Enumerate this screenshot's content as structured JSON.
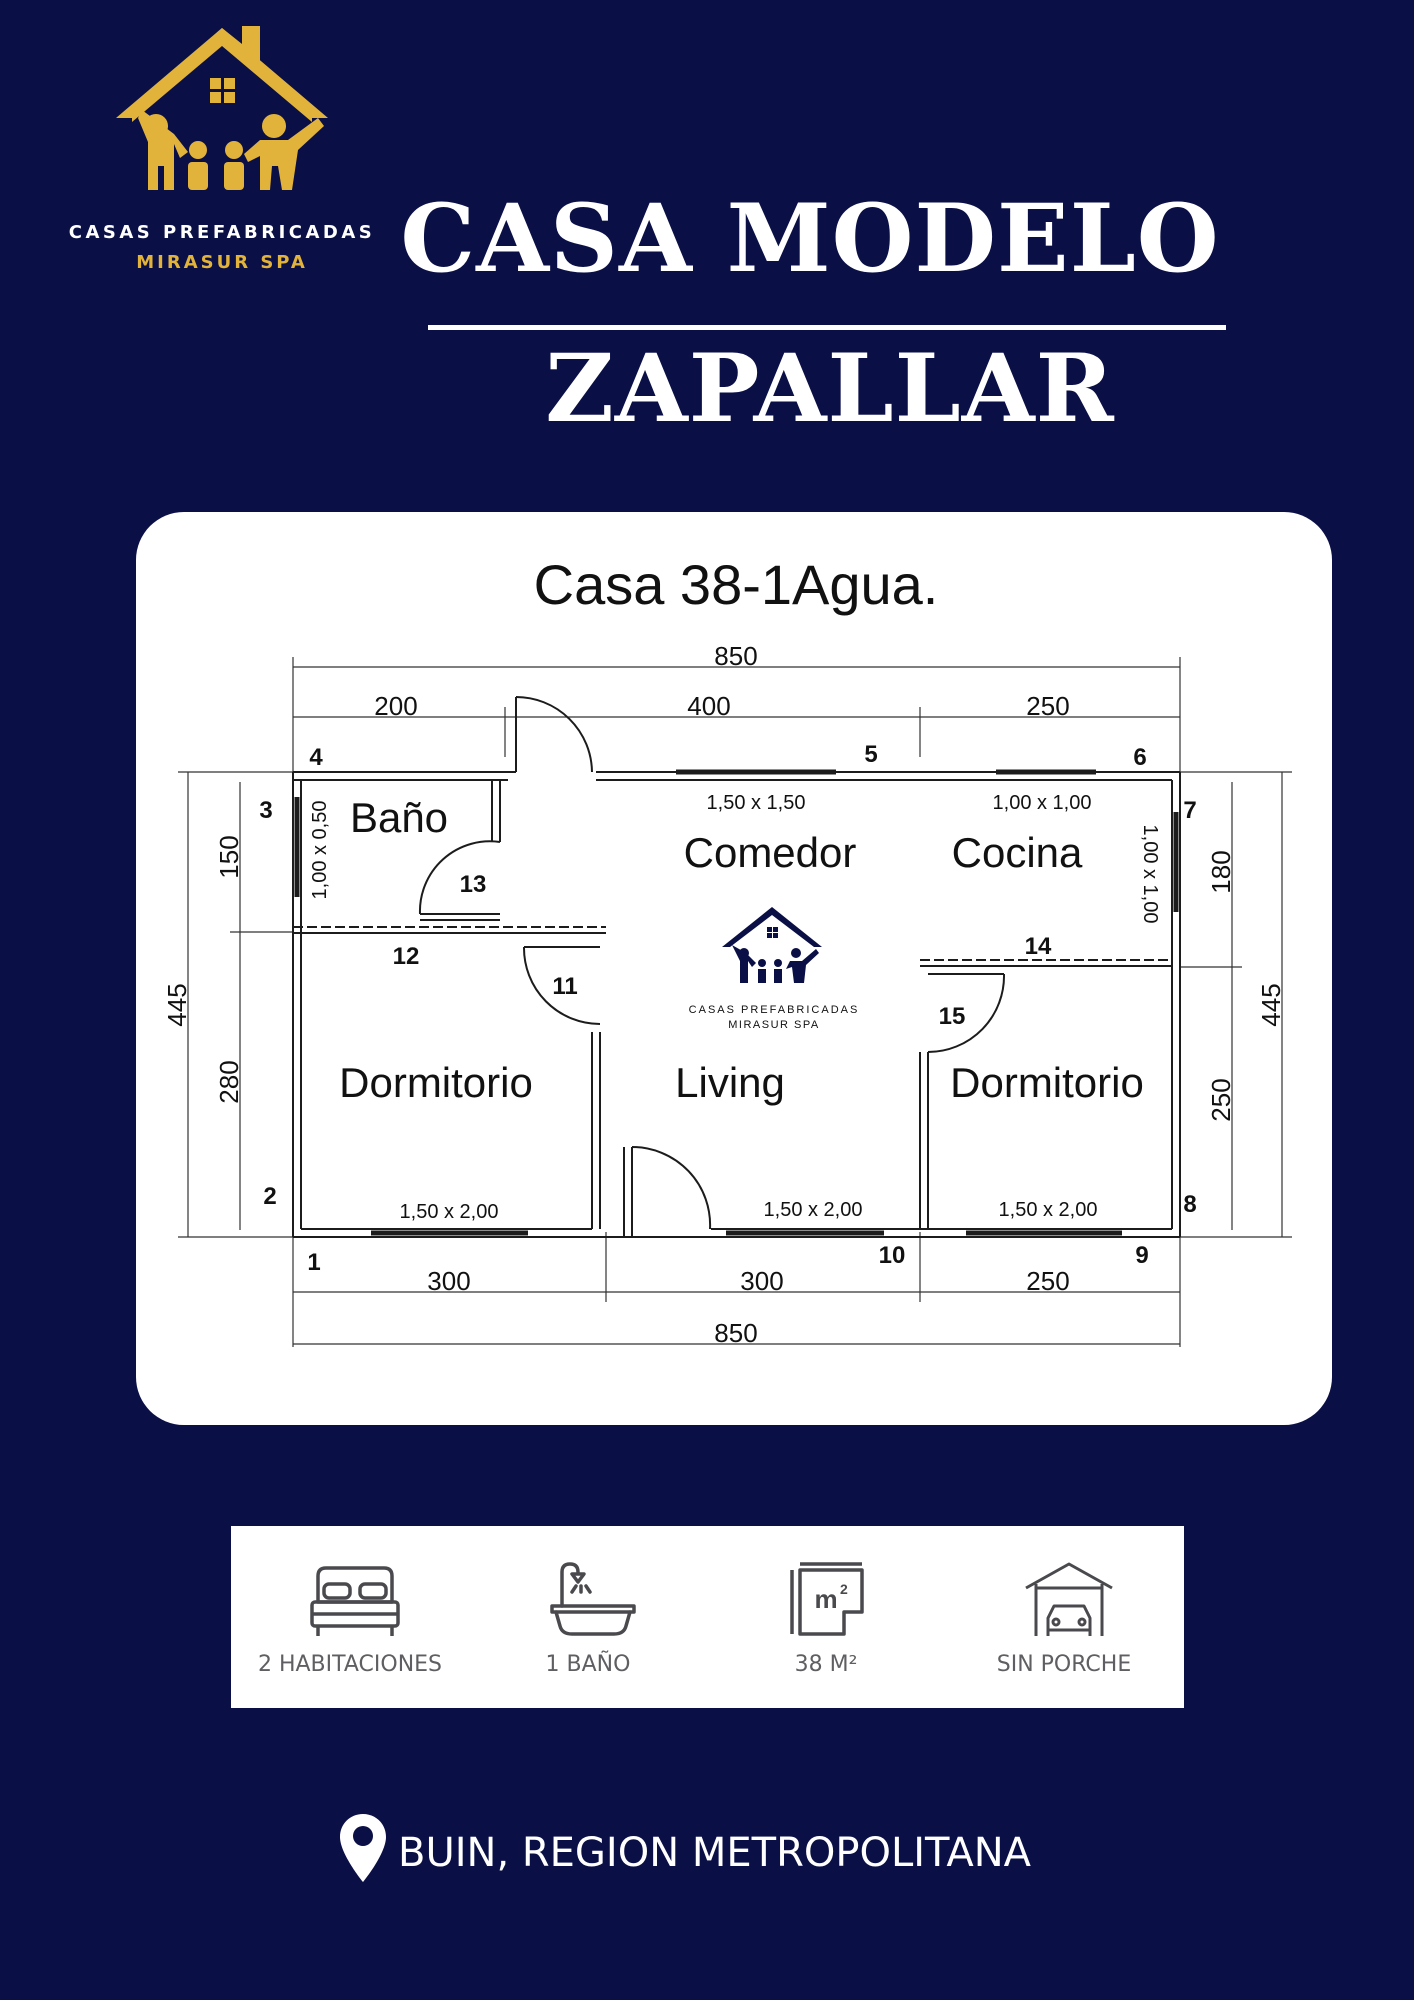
{
  "brand": {
    "line1": "CASAS PREFABRICADAS",
    "line2": "MIRASUR SPA",
    "gold": "#e2b33b",
    "navy": "#0a0f46"
  },
  "title": {
    "line1": "CASA MODELO",
    "line2": "ZAPALLAR"
  },
  "plan": {
    "heading": "Casa 38-1Agua.",
    "top_total": "850",
    "top_dims": [
      "200",
      "400",
      "250"
    ],
    "bottom_dims": [
      "300",
      "300",
      "250"
    ],
    "bottom_total": "850",
    "left_total": "445",
    "left_dims": [
      "150",
      "280"
    ],
    "right_total": "445",
    "right_dims": [
      "180",
      "250"
    ],
    "rooms": [
      "Baño",
      "Comedor",
      "Cocina",
      "Dormitorio",
      "Living",
      "Dormitorio"
    ],
    "windows": [
      "1,50 x 1,50",
      "1,00 x 1,00",
      "1,00 x 0,50",
      "1,00 x 1,00",
      "1,50 x 2,00",
      "1,50 x 2,00",
      "1,50 x 2,00"
    ],
    "points": [
      "1",
      "2",
      "3",
      "4",
      "5",
      "6",
      "7",
      "8",
      "9",
      "10",
      "11",
      "12",
      "13",
      "14",
      "15"
    ],
    "watermark_line1": "CASAS PREFABRICADAS",
    "watermark_line2": "MIRASUR SPA"
  },
  "features": [
    {
      "icon": "bed-icon",
      "label": "2 HABITACIONES"
    },
    {
      "icon": "bathtub-icon",
      "label": "1 BAÑO"
    },
    {
      "icon": "area-m2-icon",
      "label": "38 M²",
      "icon_text": "m"
    },
    {
      "icon": "garage-icon",
      "label": "SIN PORCHE"
    }
  ],
  "location": {
    "icon": "location-pin-icon",
    "text": "BUIN, REGION METROPOLITANA"
  }
}
